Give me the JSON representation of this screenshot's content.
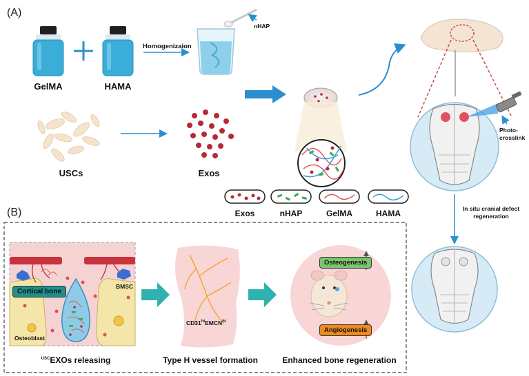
{
  "panel_a_label": "(A)",
  "panel_b_label": "(B)",
  "materials": {
    "gelma": "GelMA",
    "hama": "HAMA",
    "nhap_spoon": "nHAP",
    "homogenization": "Homogenizaion",
    "uscs": "USCs",
    "exos": "Exos"
  },
  "legend": {
    "exos": "Exos",
    "nhap": "nHAP",
    "gelma": "GelMA",
    "hama": "HAMA"
  },
  "photocrosslink_line1": "Photo-",
  "photocrosslink_line2": "crosslink",
  "regeneration_line1": "In situ cranial defect",
  "regeneration_line2": "regeneration",
  "panel_b": {
    "cortical_bone": "Cortical bone",
    "bmsc": "BMSC",
    "osteoblast": "Osteoblast",
    "cd31_a": "CD31",
    "cd31_sup": "hi",
    "emcn_a": "EMCN",
    "emcn_sup": "hi",
    "osteogenesis": "Osteogenesis",
    "angiogenesis": "Angiogenesis",
    "caption1_sup": "USC",
    "caption1_main": "EXOs releasing",
    "caption2": "Type H vessel formation",
    "caption3": "Enhanced bone regeneration"
  },
  "colors": {
    "blue_arrow": "#2b8fcf",
    "teal_arrow": "#2fb1b0",
    "bottle_fluid": "#3aaed8",
    "panel_pink": "#f6d3d3",
    "cortical_badge": "#1e8f8a",
    "osteo_badge": "#7cc36e",
    "angio_badge": "#ef8a1e"
  }
}
